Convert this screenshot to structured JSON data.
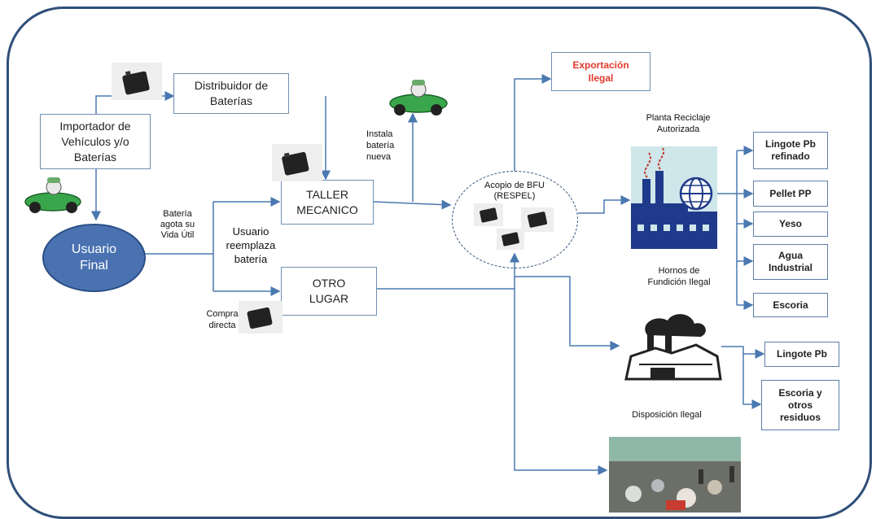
{
  "nodes": {
    "importador": "Importador de Vehículos y/o Baterías",
    "distribuidor": "Distribuidor de Baterías",
    "usuario_final": "Usuario Final",
    "taller": "TALLER MECANICO",
    "otro_lugar": "OTRO LUGAR",
    "acopio": "Acopio de BFU (RESPEL)",
    "exportacion": "Exportación Ilegal",
    "planta": "Planta Reciclaje Autorizada",
    "hornos": "Hornos de Fundición Ilegal",
    "disposicion": "Disposición Ilegal"
  },
  "labels": {
    "bateria_agota": "Batería agota su Vida Útil",
    "usuario_reemplaza": "Usuario reemplaza batería",
    "instala": "Instala batería nueva",
    "compra": "Compra directa"
  },
  "planta_outputs": [
    "Lingote Pb refinado",
    "Pellet PP",
    "Yeso",
    "Agua Industrial",
    "Escoria"
  ],
  "hornos_outputs": [
    "Lingote Pb",
    "Escoria y otros residuos"
  ],
  "colors": {
    "frame": "#2f4f78",
    "arrow": "#4a78b0",
    "usuario_fill": "#4a72b1",
    "exportacion_text": "#e23a2e"
  }
}
